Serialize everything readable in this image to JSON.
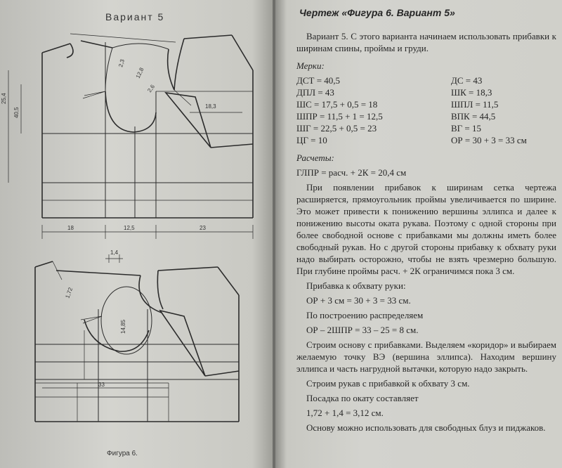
{
  "left_page": {
    "header": "Вариант 5",
    "figure_caption": "Фигура 6.",
    "top_dims": {
      "d1": "18",
      "d2": "12,5",
      "d3": "23",
      "side": "25,4",
      "inner": "40,5",
      "dart": "18,3",
      "a": "2,3",
      "b": "12,8",
      "c": "2,6"
    },
    "bottom_dims": {
      "w1": "1,4",
      "w2": "33",
      "a": "1,72",
      "e": "14,85"
    }
  },
  "right_page": {
    "title": "Чертеж «Фигура 6. Вариант 5»",
    "intro": "Вариант 5. С этого варианта начинаем использовать прибавки к ширинам спины, проймы и груди.",
    "measures_label": "Мерки:",
    "measures_left": [
      "ДСТ = 40,5",
      "ДПЛ = 43",
      "ШС = 17,5 + 0,5 = 18",
      "ШПР = 11,5 + 1 = 12,5",
      "ШГ = 22,5 + 0,5 = 23",
      "ЦГ = 10"
    ],
    "measures_right": [
      "ДС = 43",
      "ШК = 18,3",
      "ШПЛ = 11,5",
      "ВПК = 44,5",
      "ВГ = 15",
      "ОР = 30 + 3 = 33 см"
    ],
    "calc_label": "Расчеты:",
    "calc_line": "ГЛПР = расч. + 2К = 20,4 см",
    "paragraph1": "При появлении прибавок к ширинам сетка чертежа расширяется, прямоугольник проймы увеличивается по ширине. Это может привести к понижению вершины эллипса и далее к понижению высоты оката рукава. Поэтому с одной стороны при более свободной основе с прибавками мы должны иметь более свободный рукав. Но с другой стороны прибавку к обхвату руки надо выбирать осторожно, чтобы не взять чрезмерно большую. При глубине проймы расч. + 2К ограничимся пока 3 см.",
    "p_add": "Прибавка к обхвату руки:",
    "eq1": "ОР + 3 см = 30 + 3 = 33 см.",
    "p_dist": "По построению распределяем",
    "eq2": "ОР – 2ШПР = 33 – 25 = 8 см.",
    "paragraph2": "Строим основу с прибавками. Выделяем «коридор» и выбираем желаемую точку ВЭ (вершина эллипса). Находим вершину эллипса и часть нагрудной вытачки, которую надо закрыть.",
    "p_sleeve": "Строим рукав с прибавкой к обхвату 3 см.",
    "p_ease": "Посадка по окату составляет",
    "eq3": "1,72 + 1,4 = 3,12 см.",
    "paragraph3": "Основу можно использовать для свободных блуз и пиджаков."
  }
}
